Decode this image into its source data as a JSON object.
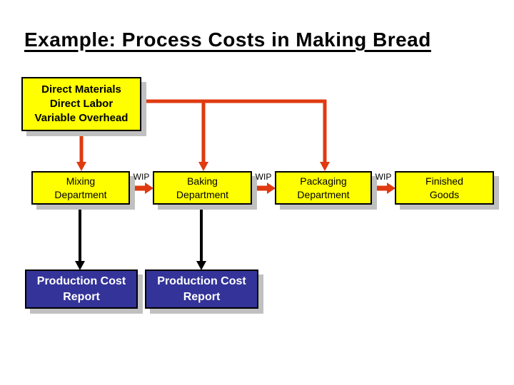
{
  "title": "Example: Process Costs in Making Bread",
  "colors": {
    "box_yellow": "#FFFF00",
    "box_blue": "#333399",
    "arrow_red": "#E03A10",
    "arrow_black": "#000000",
    "shadow_gray": "#C0C0C0"
  },
  "inputs_box": {
    "line1": "Direct Materials",
    "line2": "Direct Labor",
    "line3": "Variable Overhead"
  },
  "wip_label": "WIP",
  "departments": [
    {
      "line1": "Mixing",
      "line2": "Department"
    },
    {
      "line1": "Baking",
      "line2": "Department"
    },
    {
      "line1": "Packaging",
      "line2": "Department"
    },
    {
      "line1": "Finished",
      "line2": "Goods"
    }
  ],
  "reports": [
    {
      "line1": "Production Cost",
      "line2": "Report"
    },
    {
      "line1": "Production Cost",
      "line2": "Report"
    }
  ]
}
